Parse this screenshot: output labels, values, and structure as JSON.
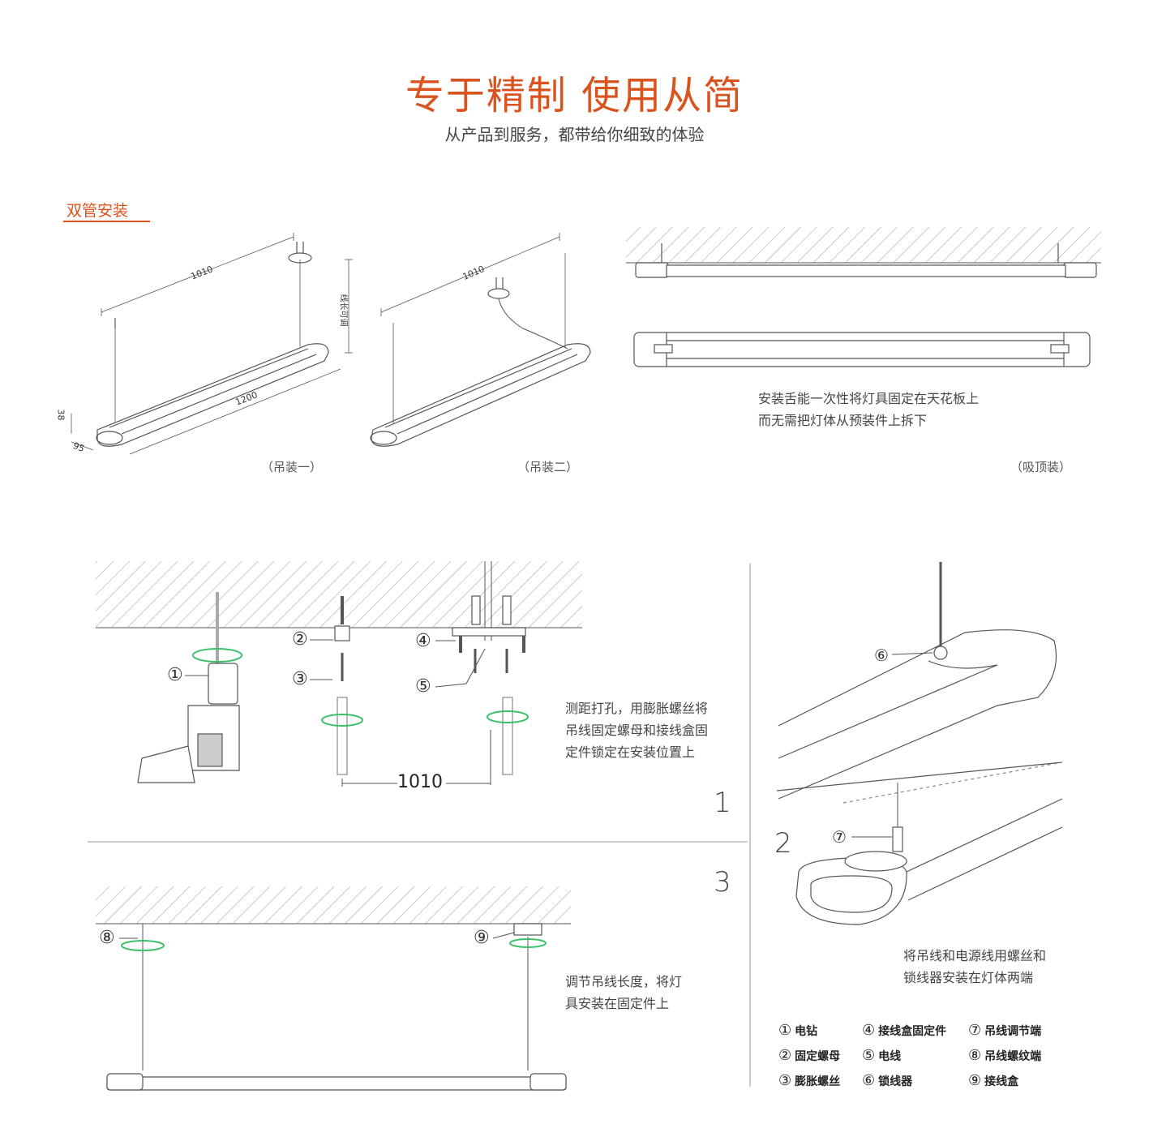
{
  "header": {
    "title": "专于精制  使用从简",
    "subtitle": "从产品到服务，都带给你细致的体验"
  },
  "section": {
    "label": "双管安装"
  },
  "top_figures": {
    "dim_1010_a": "1010",
    "dim_1200": "1200",
    "dim_38": "38",
    "dim_95": "95",
    "dim_1010_b": "1010",
    "vertical_label": "线长可调",
    "caption_1": "（吊装一）",
    "caption_2": "（吊装二）",
    "caption_3": "（吸顶装）",
    "ceiling_desc_line1": "安装舌能一次性将灯具固定在天花板上",
    "ceiling_desc_line2": "而无需把灯体从预装件上拆下"
  },
  "steps": {
    "step1": {
      "number": "1",
      "dim": "1010",
      "desc_line1": "测距打孔，用膨胀螺丝将",
      "desc_line2": "吊线固定螺母和接线盒固",
      "desc_line3": "定件锁定在安装位置上"
    },
    "step2": {
      "number": "2",
      "desc_line1": "将吊线和电源线用螺丝和",
      "desc_line2": "锁线器安装在灯体两端"
    },
    "step3": {
      "number": "3",
      "desc_line1": "调节吊线长度，将灯",
      "desc_line2": "具安装在固定件上"
    }
  },
  "callouts": [
    "①",
    "②",
    "③",
    "④",
    "⑤",
    "⑥",
    "⑦",
    "⑧",
    "⑨"
  ],
  "legend": [
    {
      "num": "①",
      "label": "电钻"
    },
    {
      "num": "④",
      "label": "接线盒固定件"
    },
    {
      "num": "⑦",
      "label": "吊线调节端"
    },
    {
      "num": "②",
      "label": "固定螺母"
    },
    {
      "num": "⑤",
      "label": "电线"
    },
    {
      "num": "⑧",
      "label": "吊线螺纹端"
    },
    {
      "num": "③",
      "label": "膨胀螺丝"
    },
    {
      "num": "⑥",
      "label": "锁线器"
    },
    {
      "num": "⑨",
      "label": "接线盒"
    }
  ],
  "colors": {
    "accent": "#d9531e",
    "rotate_arrow": "#3cc06a"
  }
}
